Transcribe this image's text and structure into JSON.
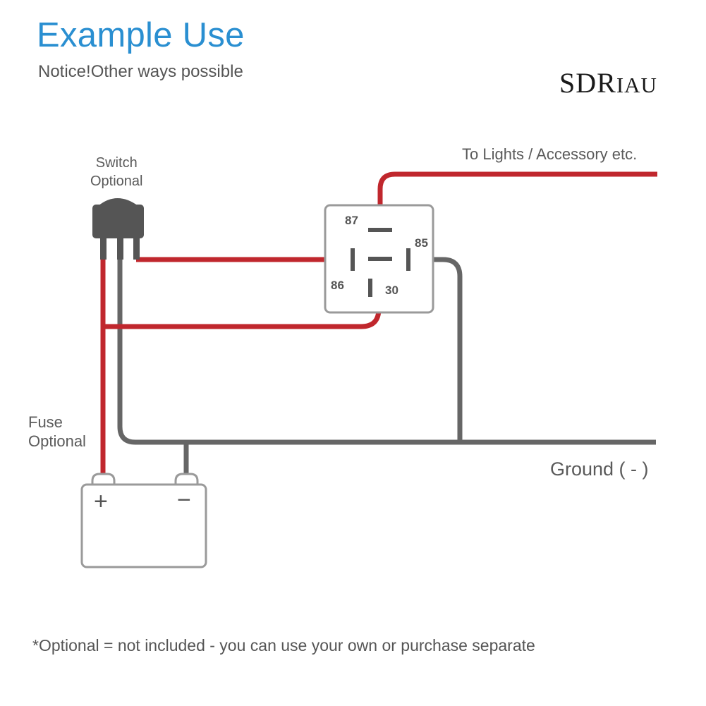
{
  "title": "Example Use",
  "subtitle": "Notice!Other ways possible",
  "brand": {
    "part1": "SDR",
    "part2": "IAU"
  },
  "labels": {
    "switch_line1": "Switch",
    "switch_line2": "Optional",
    "fuse_line1": "Fuse",
    "fuse_line2": "Optional",
    "lights": "To Lights / Accessory etc.",
    "ground": "Ground ( - )"
  },
  "relay": {
    "pins": {
      "p87": "87",
      "p85": "85",
      "p86": "86",
      "p30": "30"
    }
  },
  "battery": {
    "positive": "+",
    "negative": "−"
  },
  "footnote": "*Optional = not included - you can use your own or purchase separate",
  "colors": {
    "title": "#2a8fd1",
    "positive_wire": "#c0272d",
    "ground_wire": "#666666",
    "outline": "#9a9a9a"
  }
}
